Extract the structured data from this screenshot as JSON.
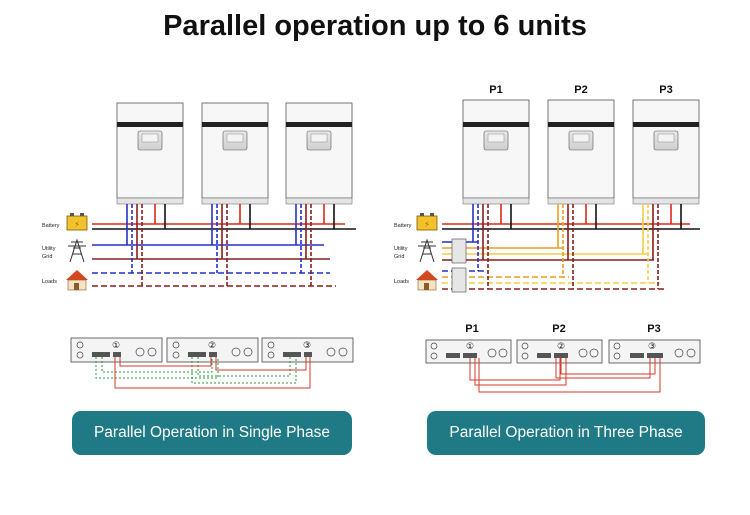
{
  "title": "Parallel operation up to 6 units",
  "colors": {
    "accent": "#1f7a86",
    "battery_positive": "#e0261b",
    "battery_negative": "#111111",
    "grid_line": "#2430c8",
    "load_line": "#8b1d1d",
    "phase_p2": "#e8a020",
    "phase_p3": "#f2cf4a",
    "comm_cable": "#2a9a3a",
    "current_cable": "#d23a2a"
  },
  "sources": {
    "battery": "Battery",
    "utility_grid_line1": "Utility",
    "utility_grid_line2": "Grid",
    "loads": "Loads"
  },
  "left": {
    "caption": "Parallel Operation in Single Phase",
    "units": [
      "",
      "",
      ""
    ],
    "board_numbers": [
      "①",
      "②",
      "③"
    ]
  },
  "right": {
    "caption": "Parallel Operation in Three Phase",
    "units": [
      "P1",
      "P2",
      "P3"
    ],
    "board_labels": [
      "P1",
      "P2",
      "P3"
    ],
    "board_numbers": [
      "①",
      "②",
      "③"
    ]
  },
  "icons": {
    "battery": "battery-icon",
    "utility_grid": "power-tower-icon",
    "loads": "house-icon"
  }
}
